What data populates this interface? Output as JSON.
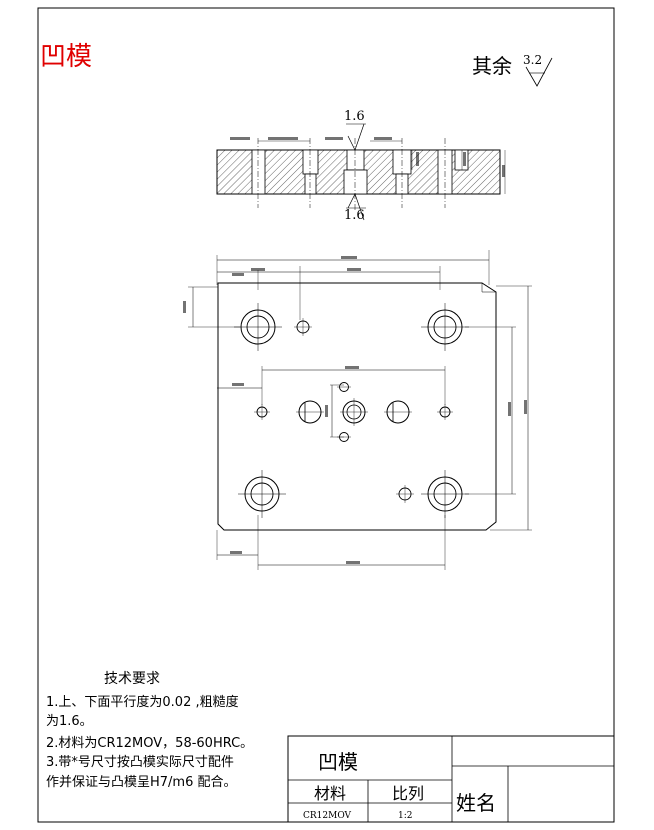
{
  "part_title": "凹模",
  "roughness_note": {
    "prefix": "其余",
    "value": "3.2"
  },
  "section_view": {
    "roughness_top": "1.6",
    "roughness_bottom": "1.6"
  },
  "technical_requirements": {
    "heading": "技术要求",
    "lines": [
      "1.上、下面平行度为0.02 ,粗糙度",
      "为1.6。",
      "2.材料为CR12MOV，58-60HRC。",
      "3.带*号尺寸按凸模实际尺寸配件",
      "作并保证与凸模呈H7/m6 配合。"
    ]
  },
  "title_block": {
    "name": "凹模",
    "material_label": "材料",
    "scale_label": "比列",
    "author_label": "姓名",
    "material_value": "CR12MOV",
    "scale_value": "1:2"
  },
  "colors": {
    "line": "#000000",
    "title_red": "#e00000"
  }
}
